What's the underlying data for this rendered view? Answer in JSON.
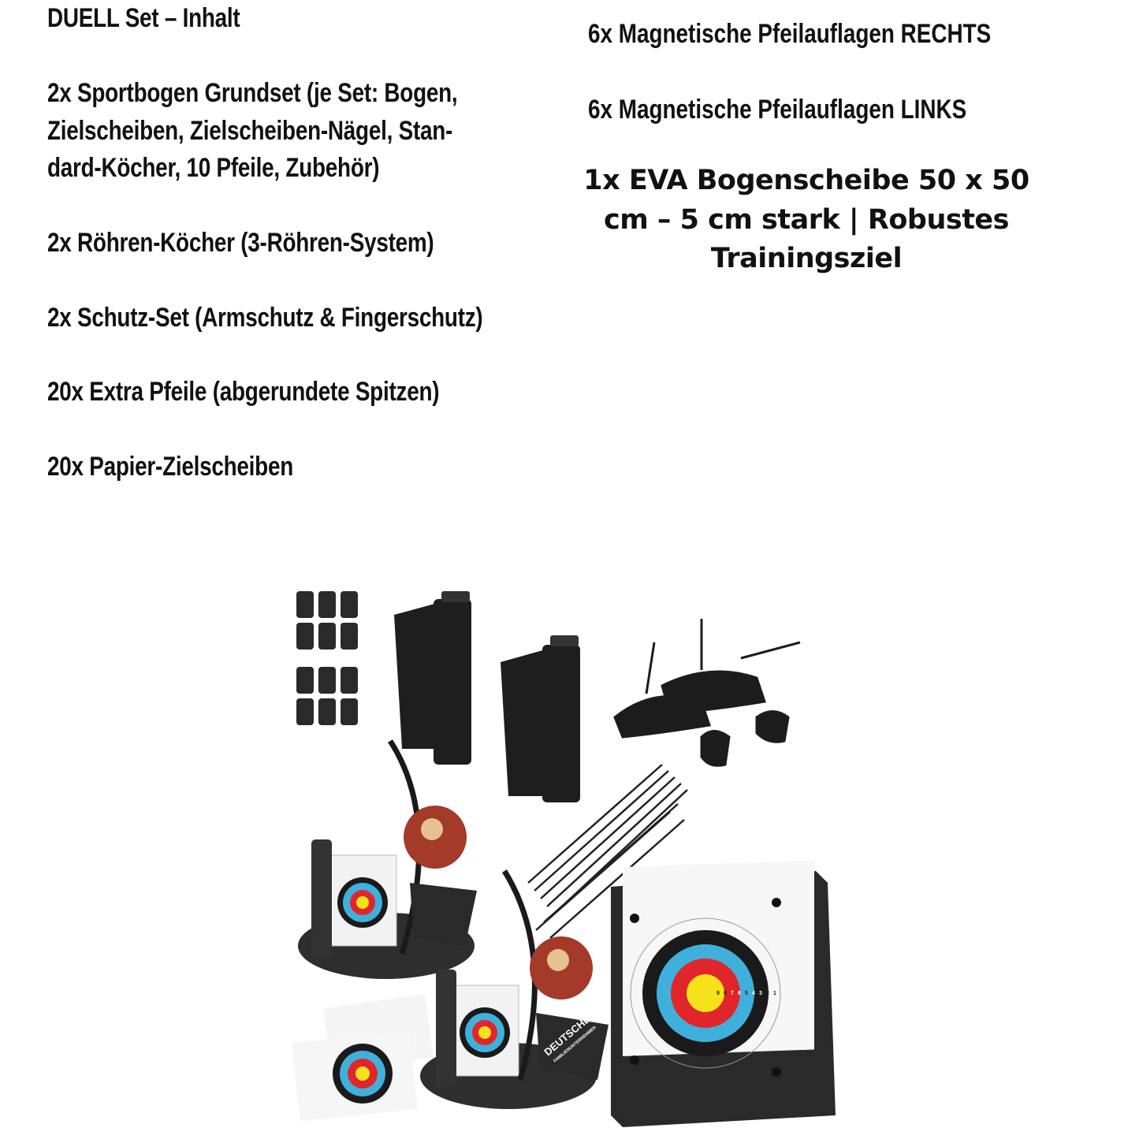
{
  "left_column": {
    "title": "DUELL Set – Inhalt",
    "items": [
      {
        "lines": [
          "2x Sportbogen Grundset (je Set: Bogen,",
          "Zielscheiben, Zielscheiben-Nägel, Stan-",
          "dard-Köcher, 10 Pfeile, Zubehör)"
        ]
      },
      {
        "lines": [
          "2x Röhren-Köcher (3-Röhren-System)"
        ]
      },
      {
        "lines": [
          "2x Schutz-Set (Armschutz & Fingerschutz)"
        ]
      },
      {
        "lines": [
          "20x Extra Pfeile (abgerundete Spitzen)"
        ]
      },
      {
        "lines": [
          "20x Papier-Zielscheiben"
        ]
      }
    ]
  },
  "right_column": {
    "items": [
      "6x Magnetische Pfeilauflagen RECHTS",
      "6x Magnetische Pfeilauflagen LINKS"
    ],
    "eva_lines": [
      "1x  EVA Bogenscheibe 50 x 50",
      "cm – 5 cm stark | Robustes",
      "Trainingsziel"
    ]
  },
  "photo": {
    "stand_label": "DEUTSCHES",
    "stand_sublabel": "FAMILIENUNTERNEHMEN",
    "target_numbers": [
      "9",
      "8",
      "7",
      "6",
      "5",
      "4",
      "3",
      "2",
      "1"
    ],
    "colors": {
      "yellow": "#f5e21a",
      "red": "#e0262b",
      "blue": "#3fb0dc",
      "black": "#1a1a1a",
      "foam": "#2a2a2a"
    }
  }
}
